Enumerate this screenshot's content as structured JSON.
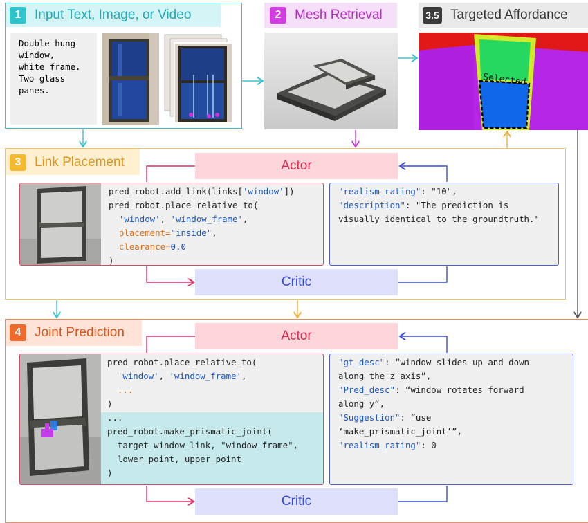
{
  "stage1": {
    "number": "1",
    "title": "Input Text, Image, or Video",
    "input_text_lines": [
      "Double-hung",
      "window,",
      "white frame.",
      "Two glass",
      "panes."
    ]
  },
  "stage2": {
    "number": "2",
    "title": "Mesh Retrieval"
  },
  "stage35": {
    "number": "3.5",
    "title": "Targeted Affordance",
    "selected_label": "Selected"
  },
  "stage3": {
    "number": "3",
    "title": "Link Placement",
    "actor_label": "Actor",
    "critic_label": "Critic",
    "code": {
      "l1": "pred_robot.add_link(links[",
      "l1s": "'window'",
      "l1e": "])",
      "l2": "pred_robot.place_relative_to(",
      "l3a": "'window'",
      "l3b": ", ",
      "l3c": "'window_frame'",
      "l3d": ",",
      "l4a": "placement=",
      "l4b": "\"inside\"",
      "l4c": ",",
      "l5a": "clearance=",
      "l5b": "0.0",
      "l6": ")"
    },
    "feedback": {
      "k1": "\"realism_rating\"",
      "v1": ": \"10\",",
      "k2": "\"description\"",
      "v2": ": \"The prediction is",
      "v3": "visually identical to the groundtruth.\""
    }
  },
  "stage4": {
    "number": "4",
    "title": "Joint Prediction",
    "actor_label": "Actor",
    "critic_label": "Critic",
    "code": {
      "l1": "pred_robot.place_relative_to(",
      "l2a": "'window'",
      "l2b": ", ",
      "l2c": "'window_frame'",
      "l2d": ",",
      "l3": "...",
      "l4": ")",
      "l5": "...",
      "l6": "pred_robot.make_prismatic_joint(",
      "l7": "target_window_link, \"window_frame\",",
      "l8": "lower_point, upper_point",
      "l9": ")"
    },
    "feedback": {
      "k1": "\"gt_desc\"",
      "v1": ": “window slides up and down",
      "v2": "along the z axis”,",
      "k3": "\"Pred_desc\"",
      "v3": ": “window rotates forward",
      "v4": "along y”,",
      "k5": "\"Suggestion\"",
      "v5": ": “use",
      "v6": "‘make_prismatic_joint’”,",
      "k7": "\"realism_rating\"",
      "v7": ": 0"
    }
  }
}
